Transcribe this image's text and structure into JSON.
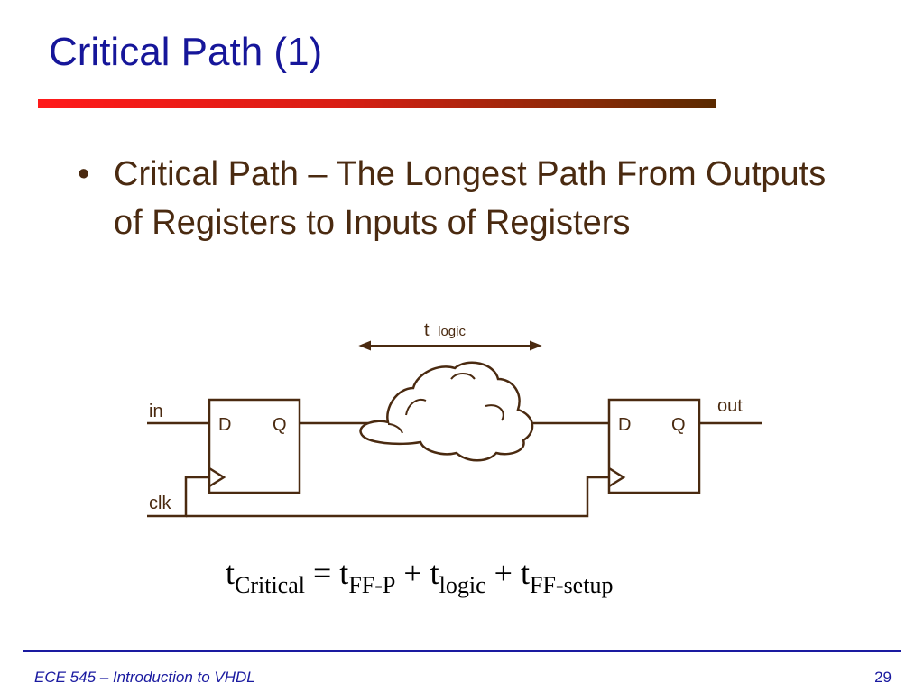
{
  "slide": {
    "title": "Critical Path (1)",
    "bullet": "Critical Path – The Longest Path From Outputs of Registers to Inputs of Registers",
    "diagram": {
      "t_label": "t",
      "t_sub": "logic",
      "in_label": "in",
      "clk_label": "clk",
      "out_label": "out",
      "ff1": {
        "d": "D",
        "q": "Q"
      },
      "ff2": {
        "d": "D",
        "q": "Q"
      }
    },
    "equation": {
      "t1": "t",
      "s1": "Critical",
      "eq": " = t",
      "s2": "FF-P",
      "plus1": " + t",
      "s3": "logic",
      "plus2": " + t",
      "s4": "FF-setup"
    },
    "footer": {
      "course": "ECE 545 – Introduction to VHDL",
      "page": "29"
    }
  },
  "colors": {
    "title": "#16169a",
    "body_text": "#4a2a10",
    "footer": "#1a1aa0",
    "rule_start": "#ff1a1a",
    "rule_end": "#5a2a00"
  }
}
